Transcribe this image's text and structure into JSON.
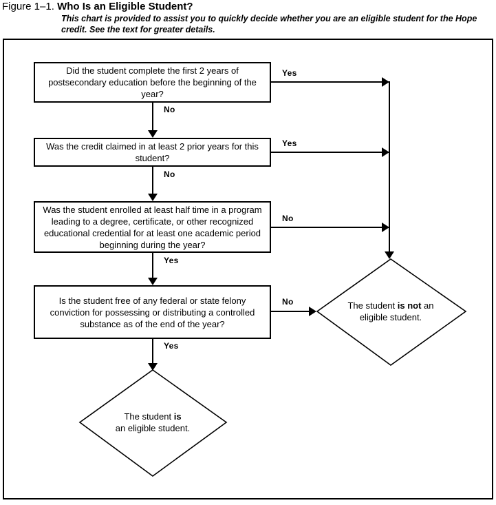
{
  "caption": {
    "figure_number": "Figure 1–1.",
    "title": "Who Is an Eligible Student?",
    "description": "This chart is provided to assist you to quickly decide whether you are an eligible student for the Hope credit. See the text for greater details."
  },
  "flowchart": {
    "boxes": [
      {
        "id": "box1",
        "text": "Did the student complete the first 2 years of postsecondary education before the beginning of the year?"
      },
      {
        "id": "box2",
        "text": "Was the credit claimed in at least 2 prior years for this student?"
      },
      {
        "id": "box3",
        "text": "Was the student enrolled at least half time in a program leading to a degree, certificate, or other recognized educational credential for at least one academic period beginning during the year?"
      },
      {
        "id": "box4",
        "text": "Is the student free of any federal or state felony conviction for possessing or distributing a controlled substance as of the end of the year?"
      }
    ],
    "edge_labels": {
      "box1_right": "Yes",
      "box1_down": "No",
      "box2_right": "Yes",
      "box2_down": "No",
      "box3_right": "No",
      "box3_down": "Yes",
      "box4_right": "No",
      "box4_down": "Yes"
    },
    "outcomes": {
      "not_eligible": {
        "prefix": "The student ",
        "emphasis": "is not",
        "suffix": " an",
        "line2": "eligible student."
      },
      "eligible": {
        "prefix": "The student ",
        "emphasis": "is",
        "suffix": "",
        "line2": "an eligible student."
      }
    }
  },
  "colors": {
    "ink": "#000000",
    "paper": "#ffffff"
  }
}
